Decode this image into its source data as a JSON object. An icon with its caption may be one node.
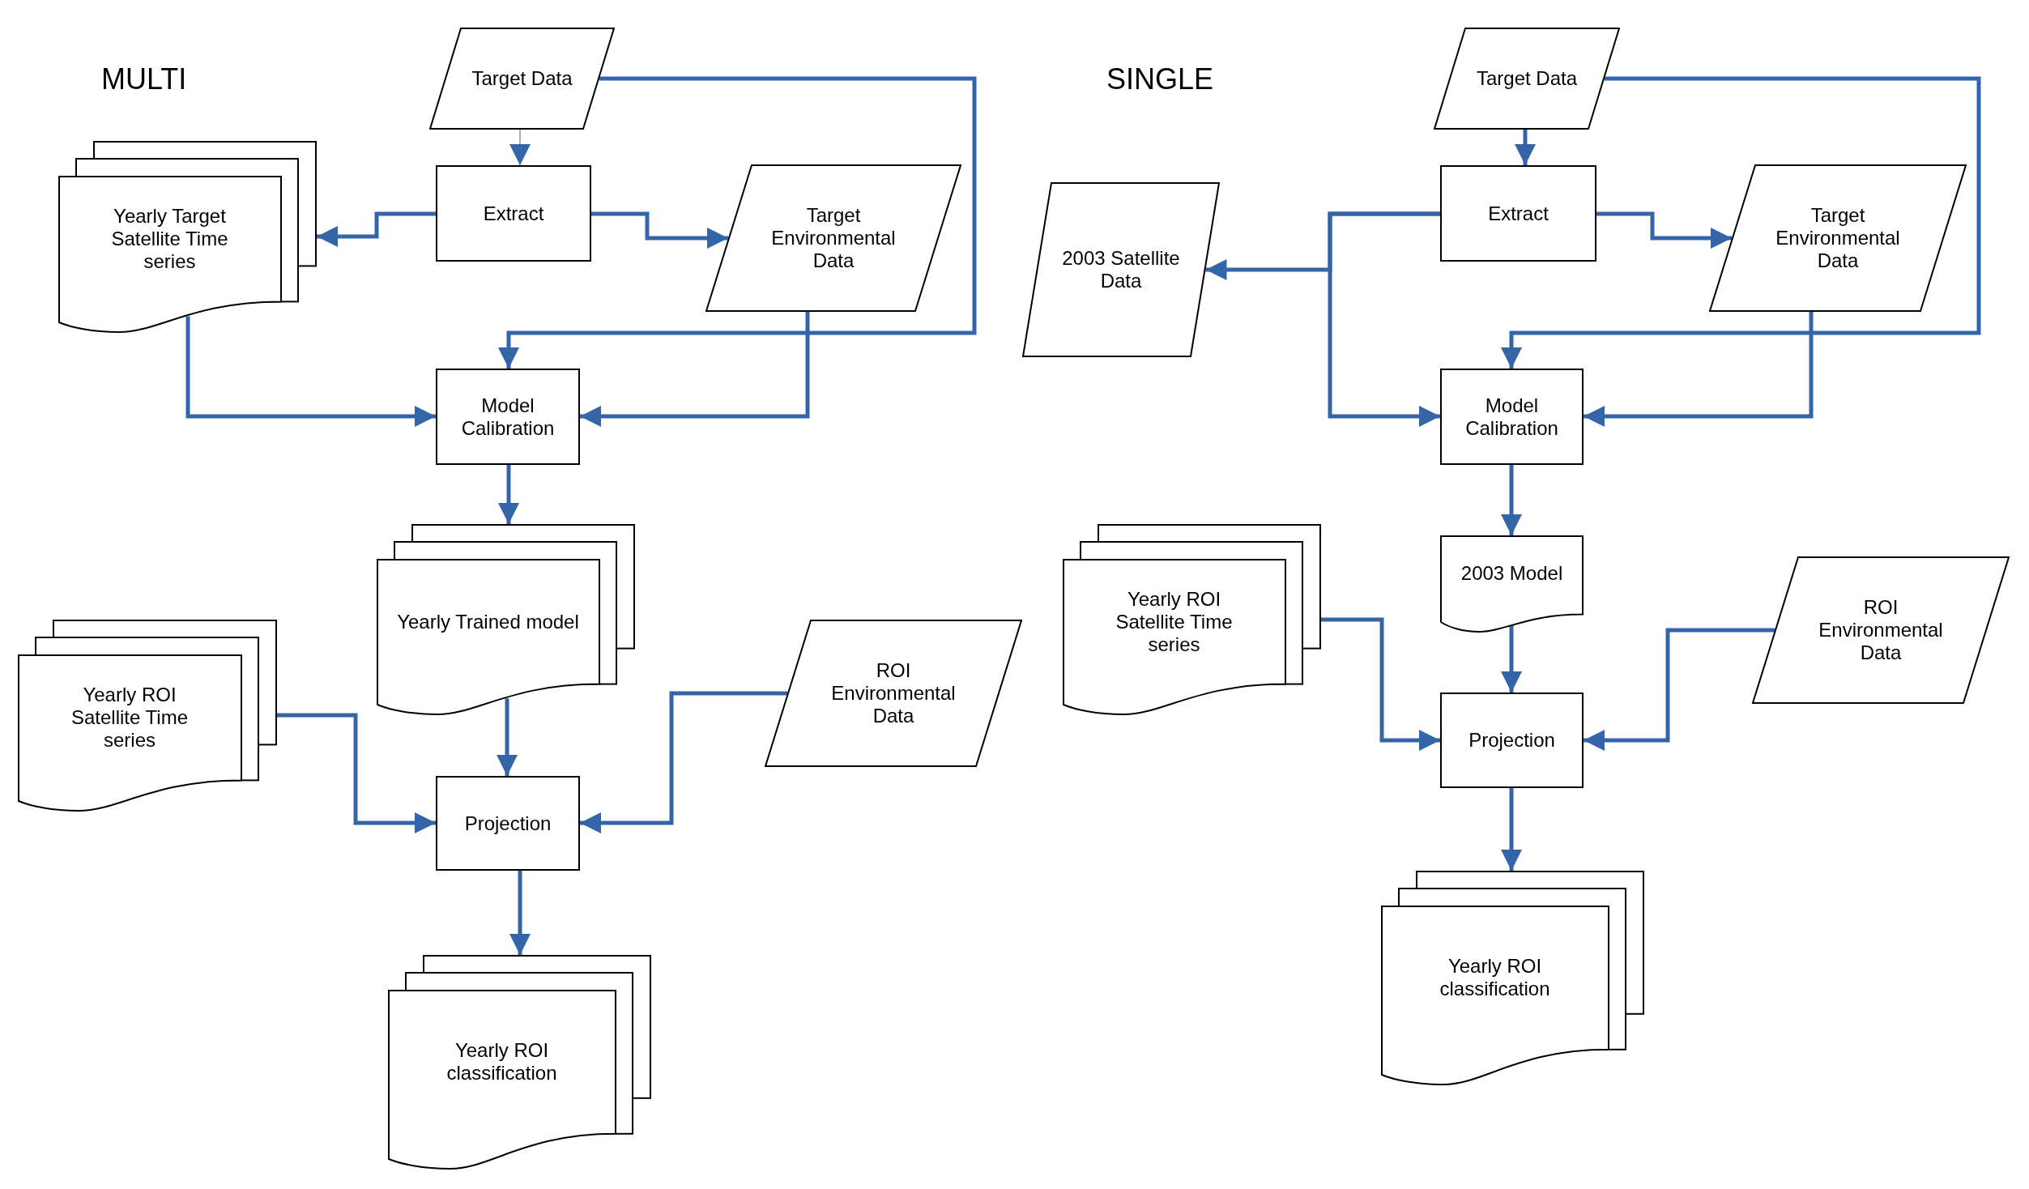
{
  "diagram": {
    "nodes": [
      {
        "text": [
          "Target Data"
        ]
      },
      {
        "text": [
          "Extract"
        ]
      },
      {
        "text": [
          "Yearly Target Satellite Time series"
        ]
      },
      {
        "text": [
          "Target Environmental Data"
        ]
      },
      {
        "text": [
          "Model Calibration"
        ]
      },
      {
        "text": [
          "Yearly Trained model"
        ]
      },
      {
        "text": [
          "Yearly ROI Satellite Time series"
        ]
      },
      {
        "text": [
          "ROI Environmental Data"
        ]
      },
      {
        "text": [
          "Projection"
        ]
      },
      {
        "text": [
          "Yearly ROI classification"
        ]
      },
      {
        "text": [
          "Target Data"
        ]
      },
      {
        "text": [
          "Extract"
        ]
      },
      {
        "text": [
          "2003 Satellite Data"
        ]
      },
      {
        "text": [
          "Target Environmental Data"
        ]
      },
      {
        "text": [
          "Model Calibration"
        ]
      },
      {
        "text": [
          "2003 Model"
        ]
      },
      {
        "text": [
          "Yearly ROI Satellite Time series"
        ]
      },
      {
        "text": [
          "ROI Environmental Data"
        ]
      },
      {
        "text": [
          "Projection"
        ]
      },
      {
        "text": [
          "Yearly ROI classification"
        ]
      }
    ],
    "edges": [
      {
        "from": 0,
        "to": 1,
        "arrow": "to",
        "color": "#9fb6dc"
      },
      {
        "from": 1,
        "to": 2,
        "arrow": "to"
      },
      {
        "from": 1,
        "to": 3,
        "arrow": "to"
      },
      {
        "from": 0,
        "to": 4,
        "arrow": "to"
      },
      {
        "from": 3,
        "to": 4,
        "arrow": "to"
      },
      {
        "from": 2,
        "to": 4,
        "arrow": "to"
      },
      {
        "from": 4,
        "to": 5,
        "arrow": "to"
      },
      {
        "from": 5,
        "to": 8,
        "arrow": "to"
      },
      {
        "from": 6,
        "to": 8,
        "arrow": "to"
      },
      {
        "from": 7,
        "to": 8,
        "arrow": "to"
      },
      {
        "from": 8,
        "to": 9,
        "arrow": "to"
      },
      {
        "from": 10,
        "to": 11,
        "arrow": "to"
      },
      {
        "from": 11,
        "to": 13,
        "arrow": "to"
      },
      {
        "from": 11,
        "to": 12,
        "arrow": "to"
      },
      {
        "from": 11,
        "to": 14,
        "arrow": "to"
      },
      {
        "from": 10,
        "to": 14,
        "arrow": "to"
      },
      {
        "from": 13,
        "to": 14,
        "arrow": "to"
      },
      {
        "from": 14,
        "to": 15,
        "arrow": "to"
      },
      {
        "from": 15,
        "to": 18,
        "arrow": "to"
      },
      {
        "from": 16,
        "to": 18,
        "arrow": "to"
      },
      {
        "from": 17,
        "to": 18,
        "arrow": "to"
      },
      {
        "from": 18,
        "to": 19,
        "arrow": "to"
      }
    ],
    "labels": [
      "MULTI",
      "SINGLE"
    ]
  }
}
